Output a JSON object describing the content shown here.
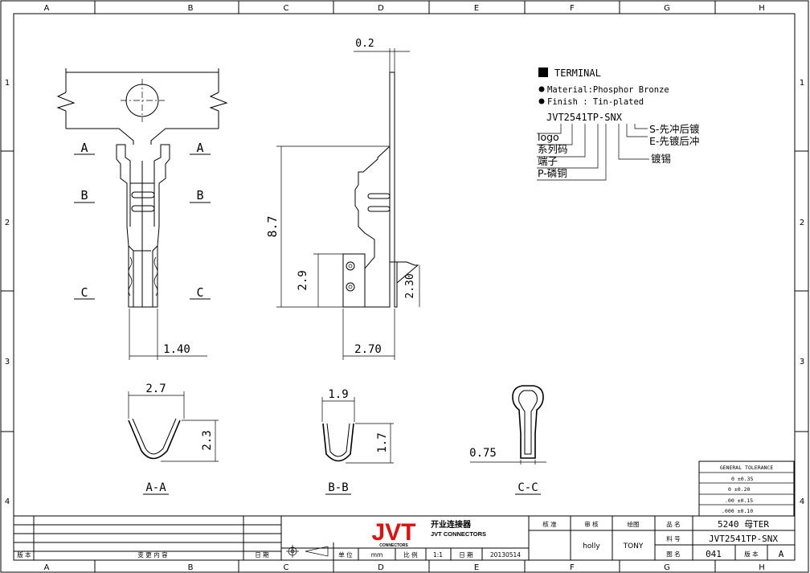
{
  "grid": {
    "columns": [
      "A",
      "B",
      "C",
      "D",
      "E",
      "F",
      "G",
      "H"
    ],
    "rows": [
      "1",
      "2",
      "3",
      "4"
    ]
  },
  "terminal": {
    "heading": "TERMINAL",
    "material": "Material:Phosphor Bronze",
    "finish": "Finish : Tin-plated",
    "part_code": "JVT2541TP-SNX",
    "legend": {
      "logo": "logo",
      "series": "系列码",
      "terminal": "端子",
      "phosphor": "P-磷铜",
      "s_opt": "S-先冲后镀",
      "e_opt": "E-先镀后冲",
      "tin": "镀锡"
    }
  },
  "sections": {
    "a_left": "A",
    "a_right": "A",
    "b_left": "B",
    "b_right": "B",
    "c_left": "C",
    "c_right": "C",
    "aa": "A-A",
    "bb": "B-B",
    "cc": "C-C"
  },
  "dimensions": {
    "d02": "0.2",
    "d87": "8.7",
    "d29": "2.9",
    "d230": "2.30",
    "d140": "1.40",
    "d270": "2.70",
    "d27": "2.7",
    "d23": "2.3",
    "d19": "1.9",
    "d17": "1.7",
    "d075": "0.75"
  },
  "tolerance": {
    "title": "GENERAL TOLERANCE",
    "r1": "0  ±0.35",
    "r2": "0  ±0.20",
    "r3": ".00  ±0.15",
    "r4": ".000 ±0.10"
  },
  "title_block": {
    "rev_label": "版 本",
    "change_label": "变 更 内 容",
    "date_label": "日 期",
    "unit_label": "单 位",
    "unit": "mm",
    "scale_label": "比 例",
    "scale": "1:1",
    "date2_label": "日 期",
    "date": "20130514",
    "logo": "JVT",
    "logo_sub": "CONNECTORS",
    "company_cn": "开业连接器",
    "company_en": "JVT CONNECTORS",
    "approve": "核 准",
    "review": "审 核",
    "draw": "绘图",
    "reviewer": "holly",
    "drafter": "TONY",
    "name_label": "品 名",
    "name": "5240 母TER",
    "part_label": "料 号",
    "part": "JVT2541TP-SNX",
    "dwg_label": "图 名",
    "dwg": "041",
    "ver_label": "版 本",
    "ver": "A"
  }
}
